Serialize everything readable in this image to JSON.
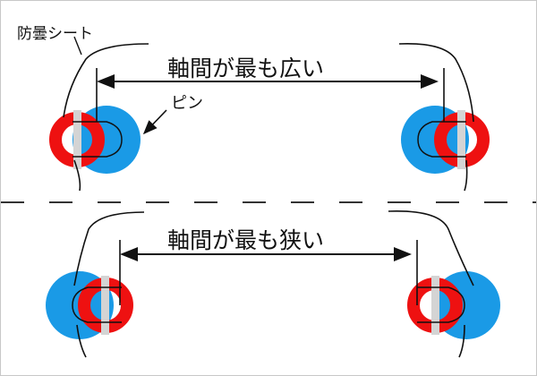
{
  "labels": {
    "sheet": "防曇シート",
    "pin": "ピン",
    "top_title": "軸間が最も広い",
    "bottom_title": "軸間が最も狭い"
  },
  "colors": {
    "ring": "#ee1111",
    "pin": "#1a9ae6",
    "strip": "#d4d4d4",
    "line": "#111111"
  }
}
